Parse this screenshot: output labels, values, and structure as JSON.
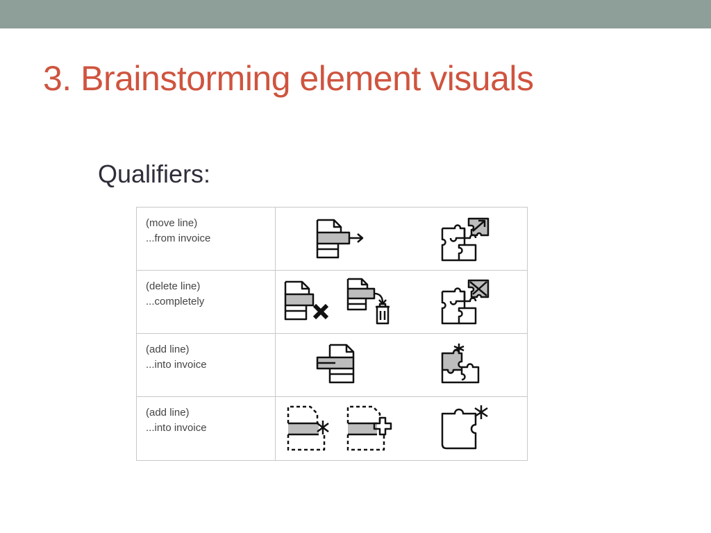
{
  "slide": {
    "title": "3. Brainstorming element visuals",
    "subtitle": "Qualifiers:"
  },
  "colors": {
    "top_bar": "#8e9e98",
    "title": "#cf543f",
    "subtitle": "#2e2e3a",
    "icon_fill": "#bdbdbd",
    "icon_stroke": "#111111"
  },
  "rows": [
    {
      "line1": "(move line)",
      "line2": "...from invoice",
      "icons": [
        "document-line-move-out-icon",
        "puzzle-piece-export-icon"
      ]
    },
    {
      "line1": "(delete line)",
      "line2": "...completely",
      "icons": [
        "document-line-delete-x-icon",
        "document-line-trash-icon",
        "puzzle-piece-delete-icon"
      ]
    },
    {
      "line1": "(add line)",
      "line2": "...into invoice",
      "icons": [
        "document-line-insert-icon",
        "puzzle-piece-new-icon"
      ]
    },
    {
      "line1": "(add line)",
      "line2": "...into invoice",
      "icons": [
        "dashed-document-line-new-icon",
        "dashed-document-line-add-icon",
        "puzzle-piece-outline-new-icon"
      ]
    }
  ]
}
